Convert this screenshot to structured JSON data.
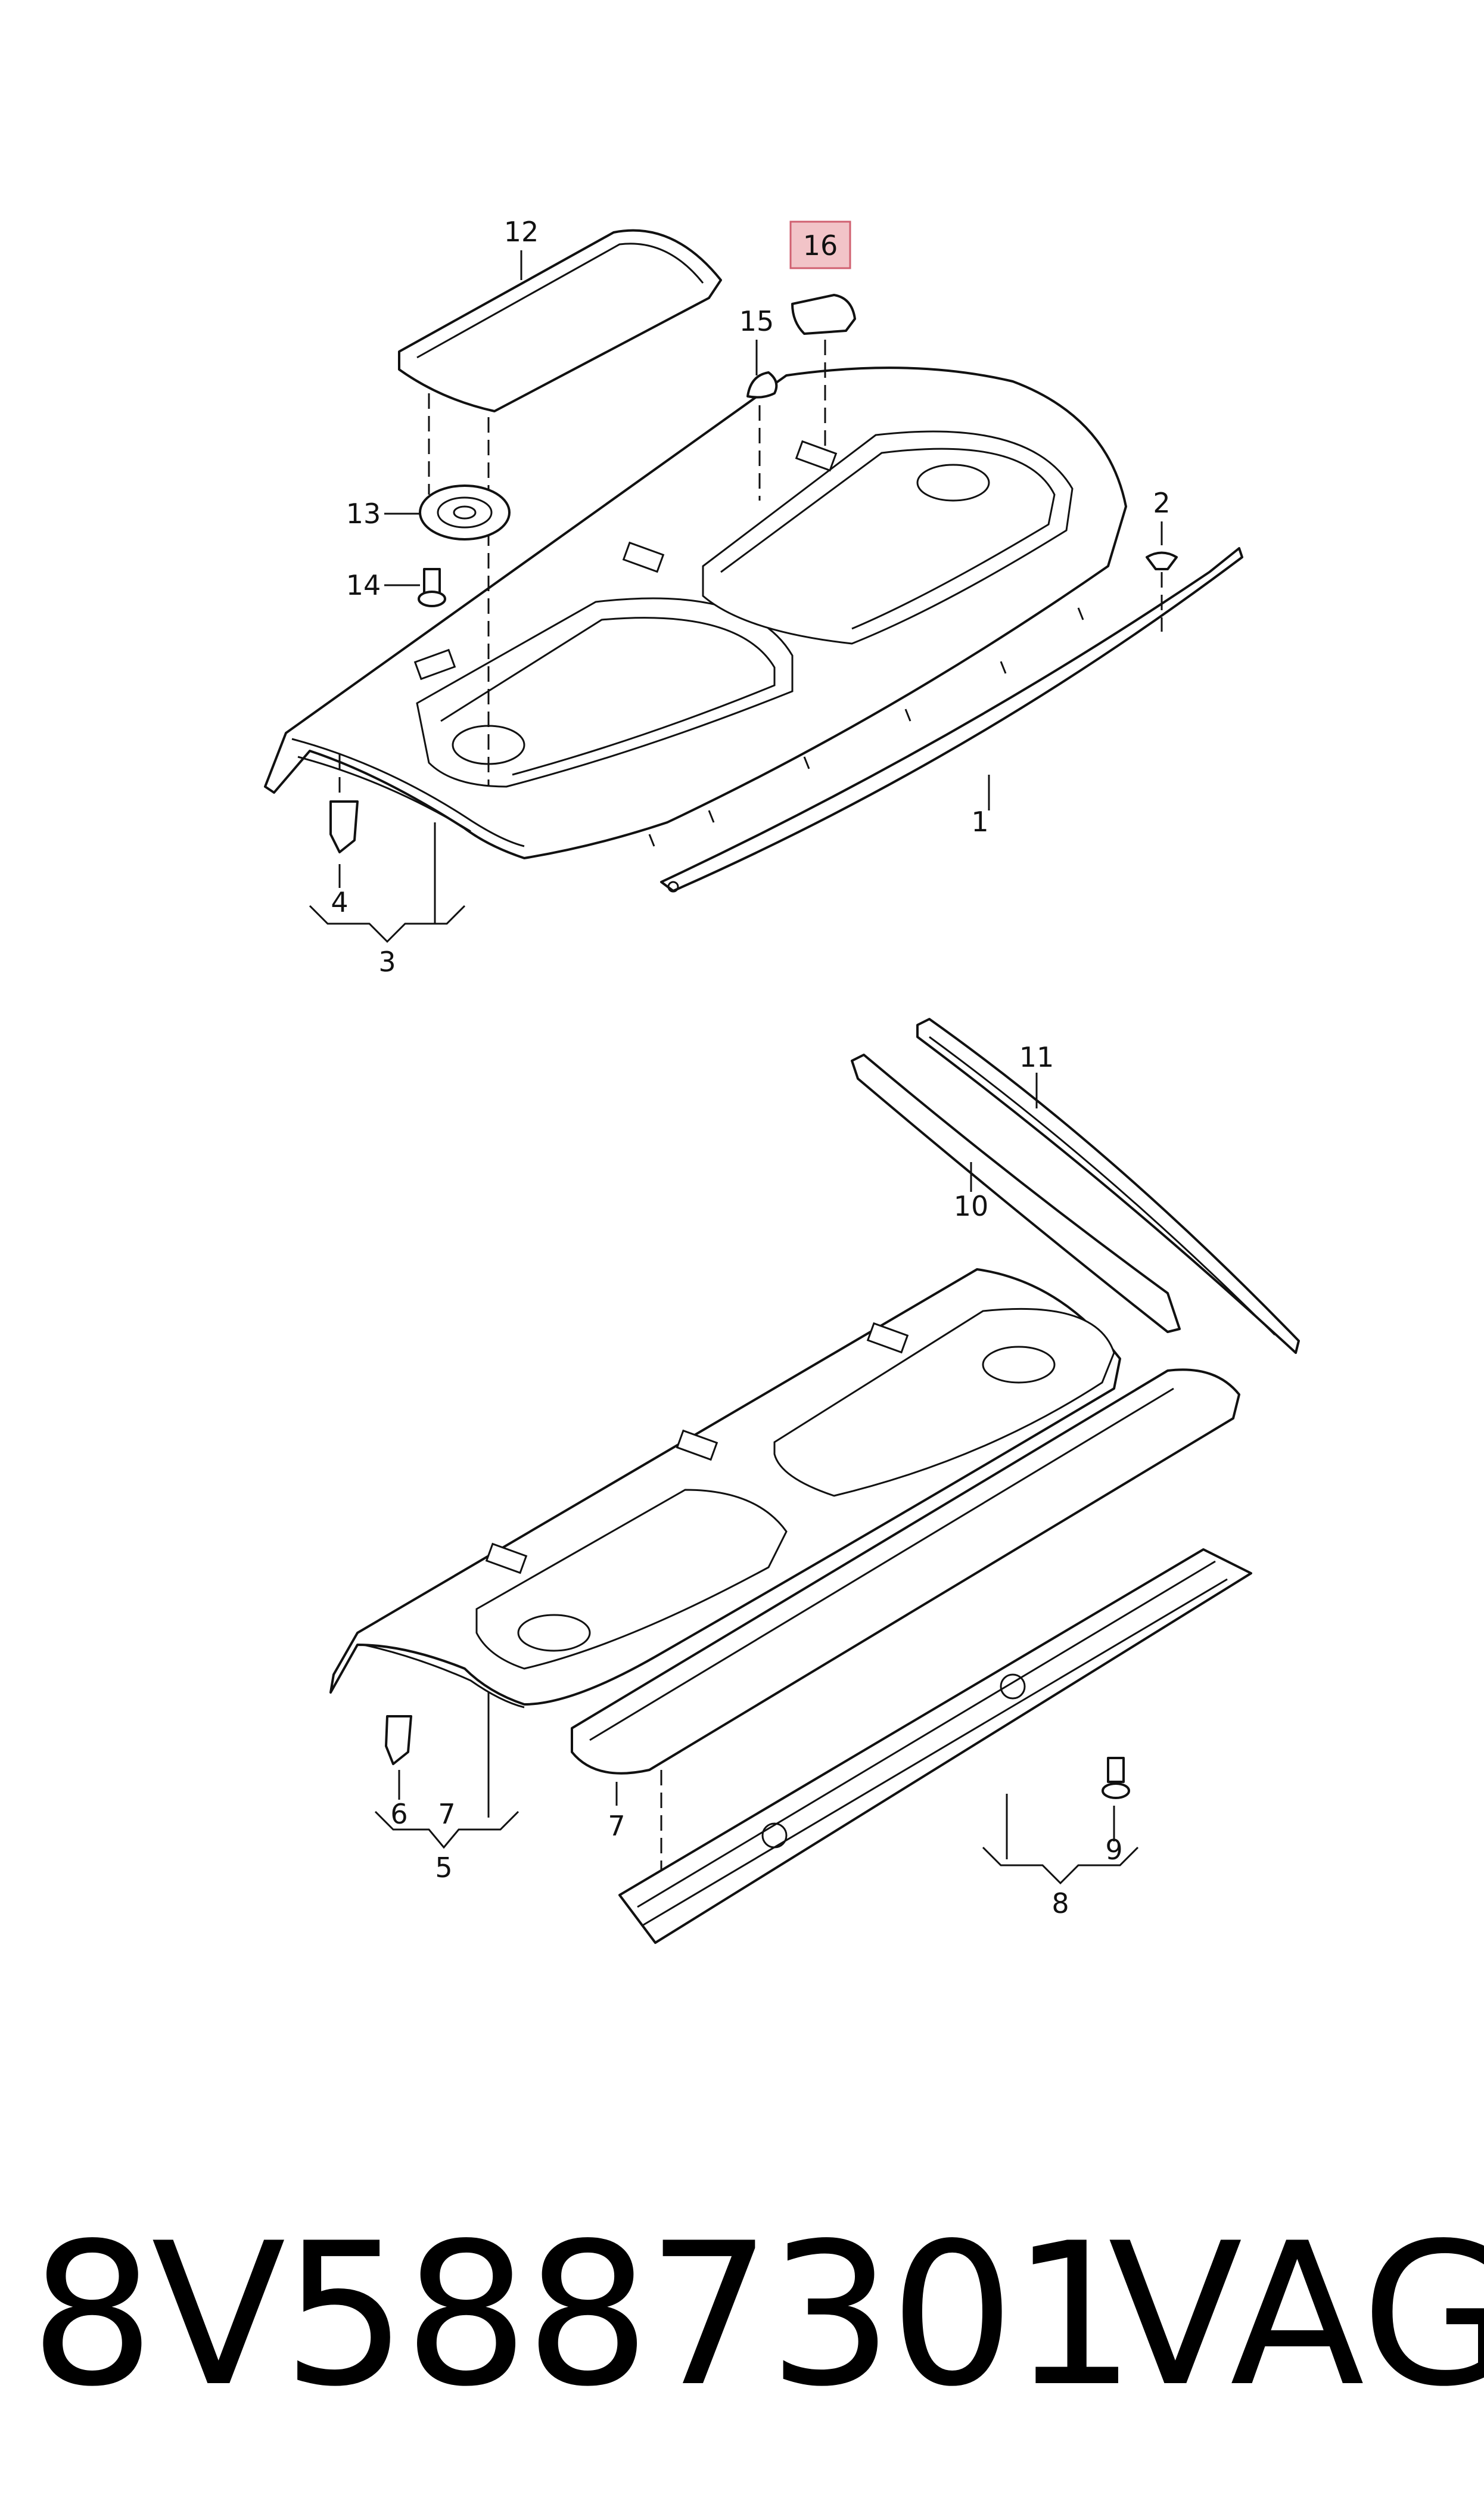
{
  "callouts": {
    "c1": "1",
    "c2": "2",
    "c3": "3",
    "c4": "4",
    "c5": "5",
    "c6": "6",
    "c7a": "7",
    "c7b": "7",
    "c8": "8",
    "c9": "9",
    "c10": "10",
    "c11": "11",
    "c12": "12",
    "c13": "13",
    "c14": "14",
    "c15": "15",
    "c16": "16"
  },
  "highlight_color": "#f2c4c8",
  "highlight_border": "#d06070",
  "footer": {
    "part_number": "8V5887301",
    "brand": "VAG"
  }
}
